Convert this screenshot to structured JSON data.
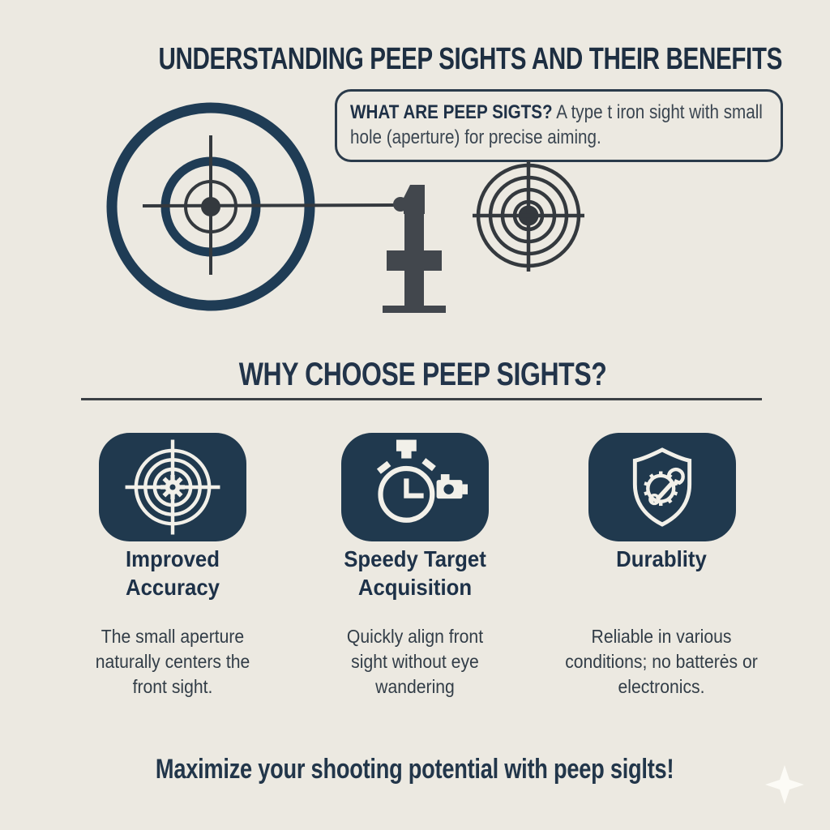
{
  "colors": {
    "background": "#ECE9E1",
    "ink_navy": "#1E3048",
    "graphic_navy": "#1F3C55",
    "graphic_charcoal": "#383D42",
    "card_navy": "#20394E",
    "icon_white": "#F2F0E9"
  },
  "header": {
    "title": "UNDERSTANDING PEEP SIGHTS AND THEIR BENEFITS"
  },
  "definition_callout": {
    "label": "WHAT ARE PEEP SIGTS?",
    "text": "A type t iron sight with small\nhole (aperture) for precise aiming."
  },
  "diagram": {
    "icon_names": [
      "large-target-scope-icon",
      "front-post-sight-icon",
      "small-target-icon",
      "sight-line"
    ]
  },
  "benefits_section": {
    "heading": "WHY CHOOSE PEEP SIGHTS?",
    "cards": [
      {
        "icon": "target-gear-icon",
        "title": "Improved\nAccuracy",
        "description": "The small aperture\nnaturally centers the\nfront sight."
      },
      {
        "icon": "stopwatch-icon",
        "title": "Speedy Target\nAcquisition",
        "description": "Quickly align front\nsight without eye\nwandering"
      },
      {
        "icon": "shield-gear-icon",
        "title": "Durablity",
        "description": "Reliable in various\nconditions; no batterės or\nelectronics."
      }
    ]
  },
  "footer": {
    "tagline": "Maximize your shooting potential with peep siglts!",
    "sparkle_icon": "sparkle-icon"
  }
}
